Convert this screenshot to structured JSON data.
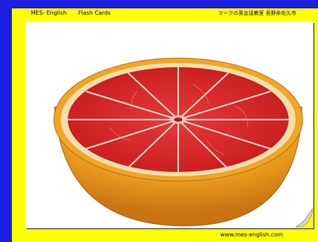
{
  "header": {
    "brand": "MES- English",
    "title": "Flash Cards",
    "japanese_text": "マークの英会話教室 長野県佐久市"
  },
  "card": {
    "subject_icon": "grapefruit-icon"
  },
  "footer": {
    "url": "www.mes-english.com"
  },
  "colors": {
    "background": "#1a1fe0",
    "card_border": "#ffff00",
    "fruit_flesh": "#d61e1e",
    "fruit_peel": "#f5b329"
  }
}
